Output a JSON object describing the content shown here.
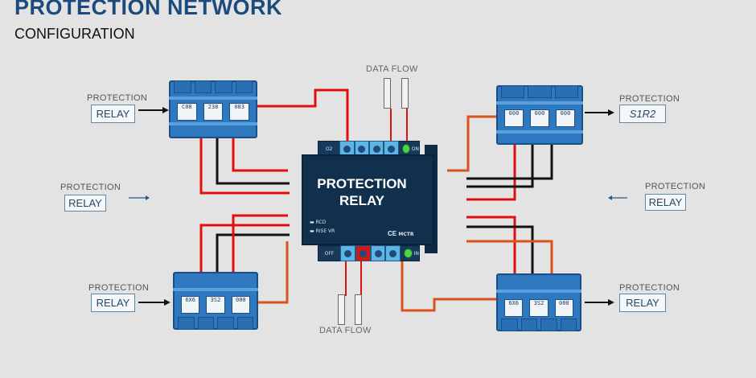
{
  "header": {
    "title": "PROTECTION NETWORK",
    "subtitle": "CONFIGURATION"
  },
  "center_relay": {
    "title_line1": "PROTECTION",
    "title_line2": "RELAY",
    "legend1": "RCD",
    "legend2": "RISE VR",
    "mark": "CE",
    "model": "MCTR",
    "top_code": "O2",
    "top_right": "ON",
    "bottom_left": "OFF",
    "bottom_right": "IN"
  },
  "data_flow": {
    "top": "DATA FLOW",
    "bottom": "DATA FLOW"
  },
  "nodes": {
    "top_left": {
      "label": "PROTECTION",
      "box": "RELAY"
    },
    "top_right": {
      "label": "PROTECTION",
      "box": "S1R2"
    },
    "mid_left": {
      "label": "PROTECTION",
      "box": "RELAY"
    },
    "mid_right": {
      "label": "PROTECTION",
      "box": "RELAY"
    },
    "bottom_left": {
      "label": "PROTECTION",
      "box": "RELAY"
    },
    "bottom_right": {
      "label": "PROTECTION",
      "box": "RELAY"
    }
  },
  "module_windows": {
    "w1": "C08",
    "w2": "238",
    "w3": "083",
    "w4": "6X6",
    "w5": "3S2",
    "w6": "000"
  },
  "colors": {
    "title": "#1d4a7c",
    "module_blue": "#2e78c0",
    "center_body": "#10304d",
    "wire_red": "#e01010",
    "wire_black": "#111111",
    "wire_orange": "#d9531e"
  }
}
